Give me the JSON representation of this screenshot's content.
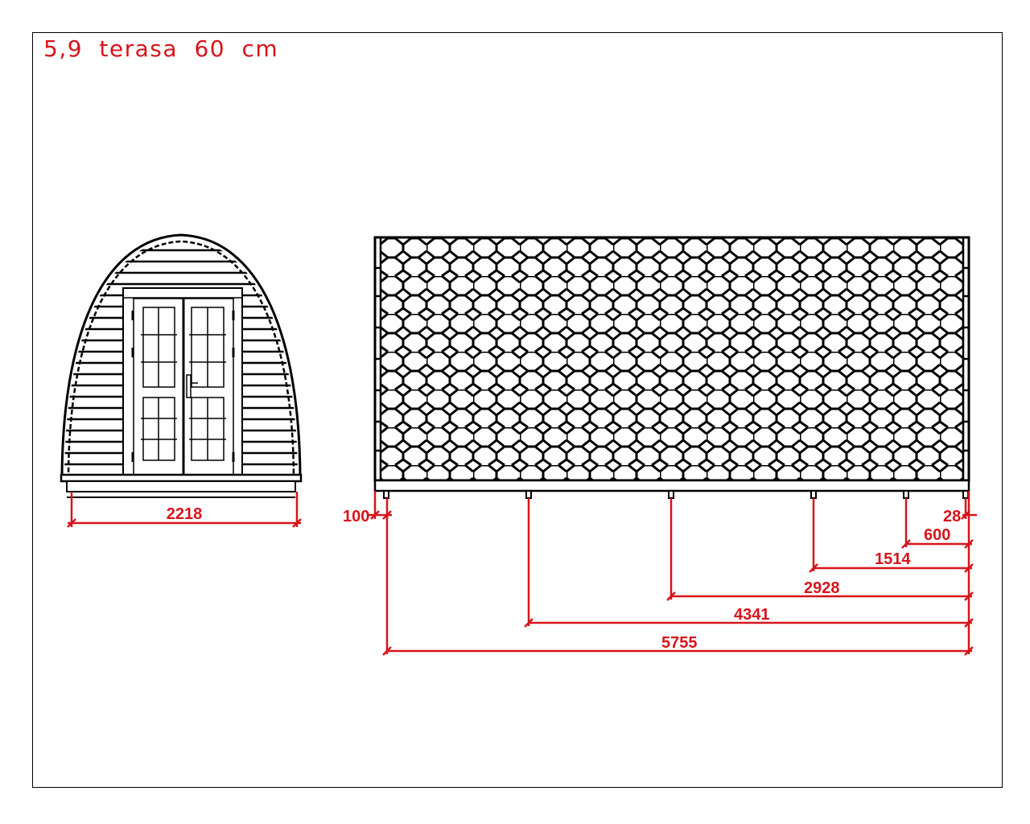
{
  "title": "5,9 terasa 60 cm",
  "colors": {
    "dimension": "#d7141b",
    "line": "#000000",
    "background": "#ffffff"
  },
  "front_view": {
    "name": "front-elevation",
    "width_dimension": "2218",
    "door": {
      "type": "double-french-door",
      "panes_per_leaf": 12
    }
  },
  "side_view": {
    "name": "side-elevation",
    "roof_pattern": "hexagonal-shingles",
    "dimensions": {
      "overhang_left": "100",
      "overhang_right": "28",
      "d1": "600",
      "d2": "1514",
      "d3": "2928",
      "d4": "4341",
      "d5": "5755"
    }
  }
}
